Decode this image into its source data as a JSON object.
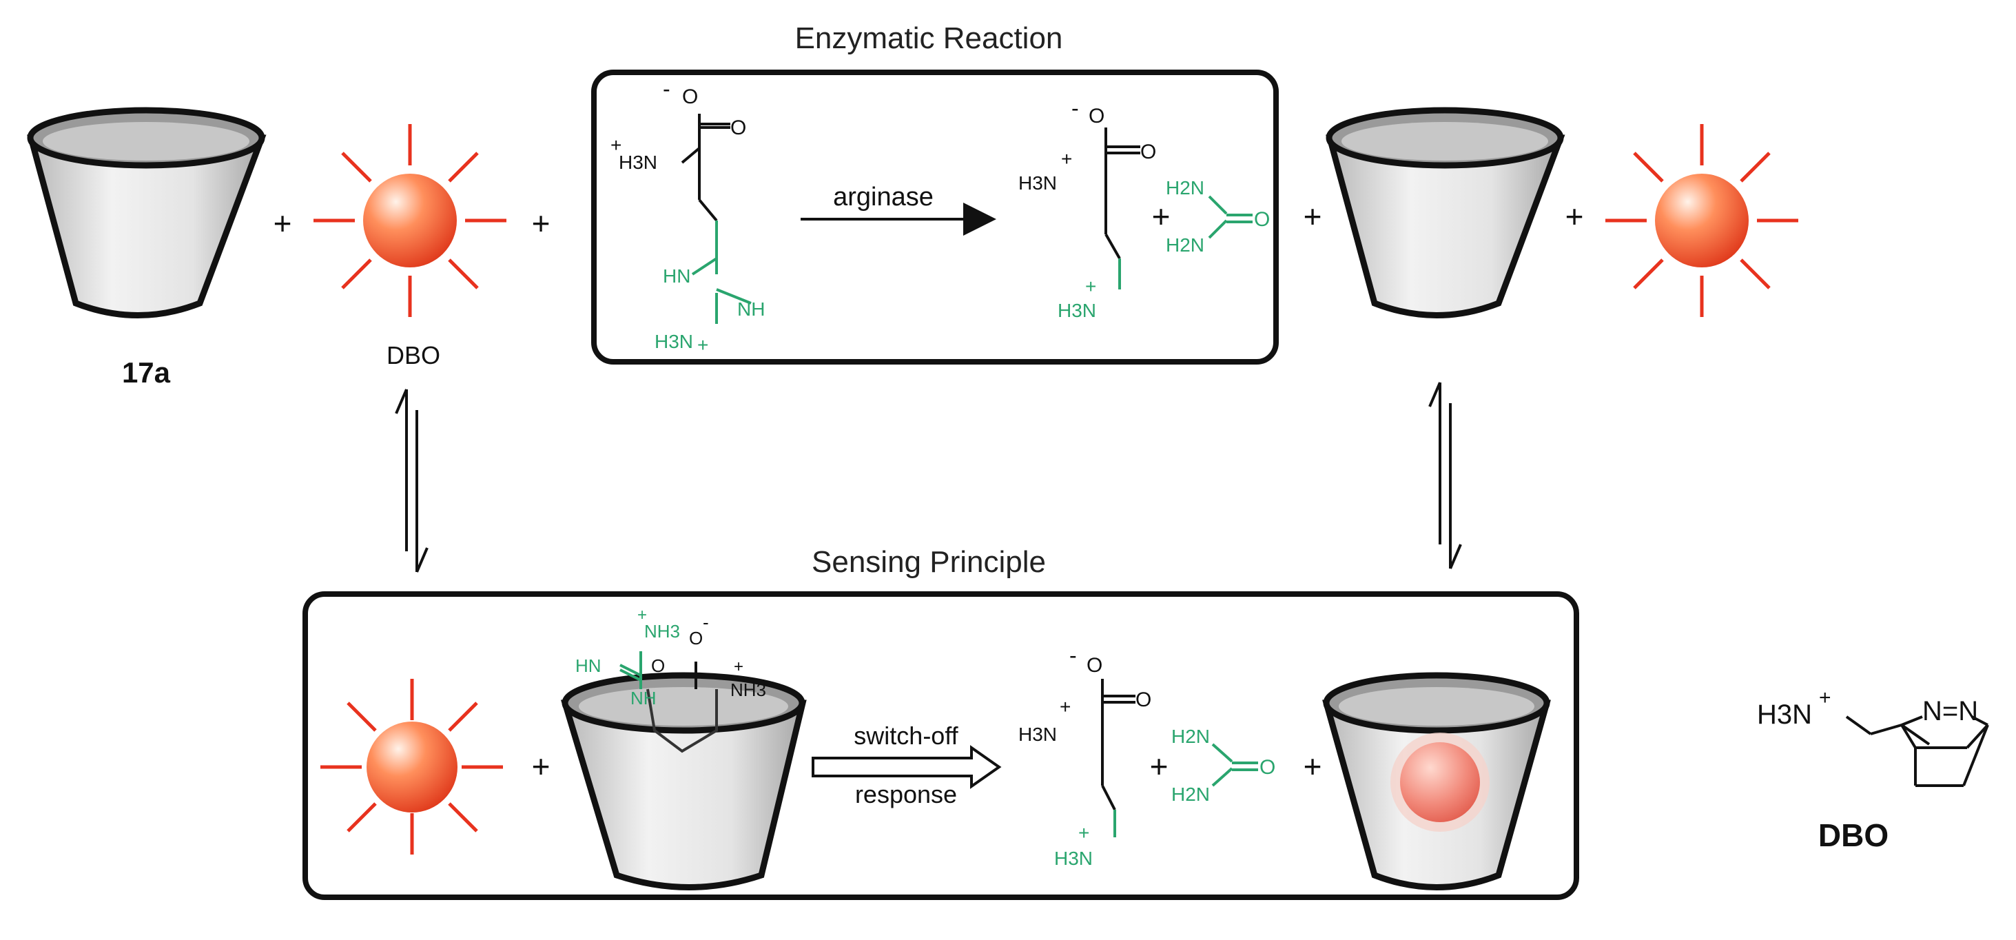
{
  "titles": {
    "top": "Enzymatic Reaction",
    "bottom": "Sensing Principle"
  },
  "labels": {
    "host": "17a",
    "dye": "DBO",
    "structure_name": "DBO",
    "plus": "+"
  },
  "arrows": {
    "enzyme": "arginase",
    "switch_top": "switch-off",
    "switch_bottom": "response"
  },
  "chem": {
    "carboxylate_charge": "-",
    "carboxylate_O": "O",
    "carbonyl_O": "O",
    "amine_charge": "+",
    "amine": "H3N",
    "arg_NH": "HN",
    "arg_imine": "NH",
    "arg_terminal": "H3N",
    "arg_terminal_charge": "+",
    "urea_NH2_top": "H2N",
    "urea_NH2_bottom": "H2N",
    "urea_O": "O",
    "orn_terminal": "H3N",
    "orn_terminal_charge": "+",
    "guest_NH3": "NH3",
    "guest_HN": "HN",
    "guest_NH": "NH",
    "guest_NH3_amine": "NH3",
    "dbo_amine": "H3N",
    "dbo_amine_charge": "+",
    "dbo_azo": "N=N"
  },
  "colors": {
    "green": "#2aa56e",
    "red": "#e8321e",
    "black": "#111111"
  }
}
